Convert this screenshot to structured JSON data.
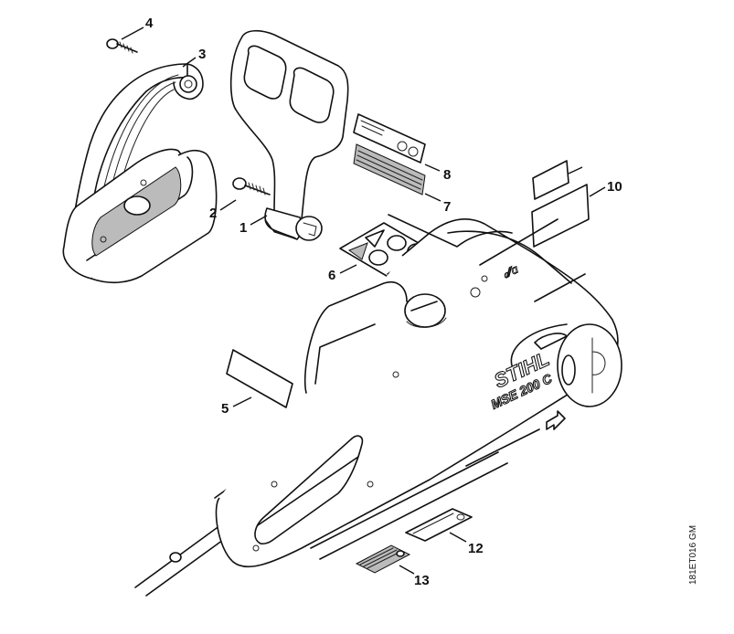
{
  "diagram": {
    "title": "Handle / Hand guard exploded view",
    "reference_code": "181ET016 GM",
    "brand_logo": "STIHL",
    "model_badge": "MSE 200 C",
    "callouts": [
      {
        "id": "1",
        "label": "1"
      },
      {
        "id": "2",
        "label": "2"
      },
      {
        "id": "3",
        "label": "3"
      },
      {
        "id": "4",
        "label": "4"
      },
      {
        "id": "5",
        "label": "5"
      },
      {
        "id": "6",
        "label": "6"
      },
      {
        "id": "7",
        "label": "7"
      },
      {
        "id": "8",
        "label": "8"
      },
      {
        "id": "10",
        "label": "10"
      },
      {
        "id": "12",
        "label": "12"
      },
      {
        "id": "13",
        "label": "13"
      }
    ]
  }
}
